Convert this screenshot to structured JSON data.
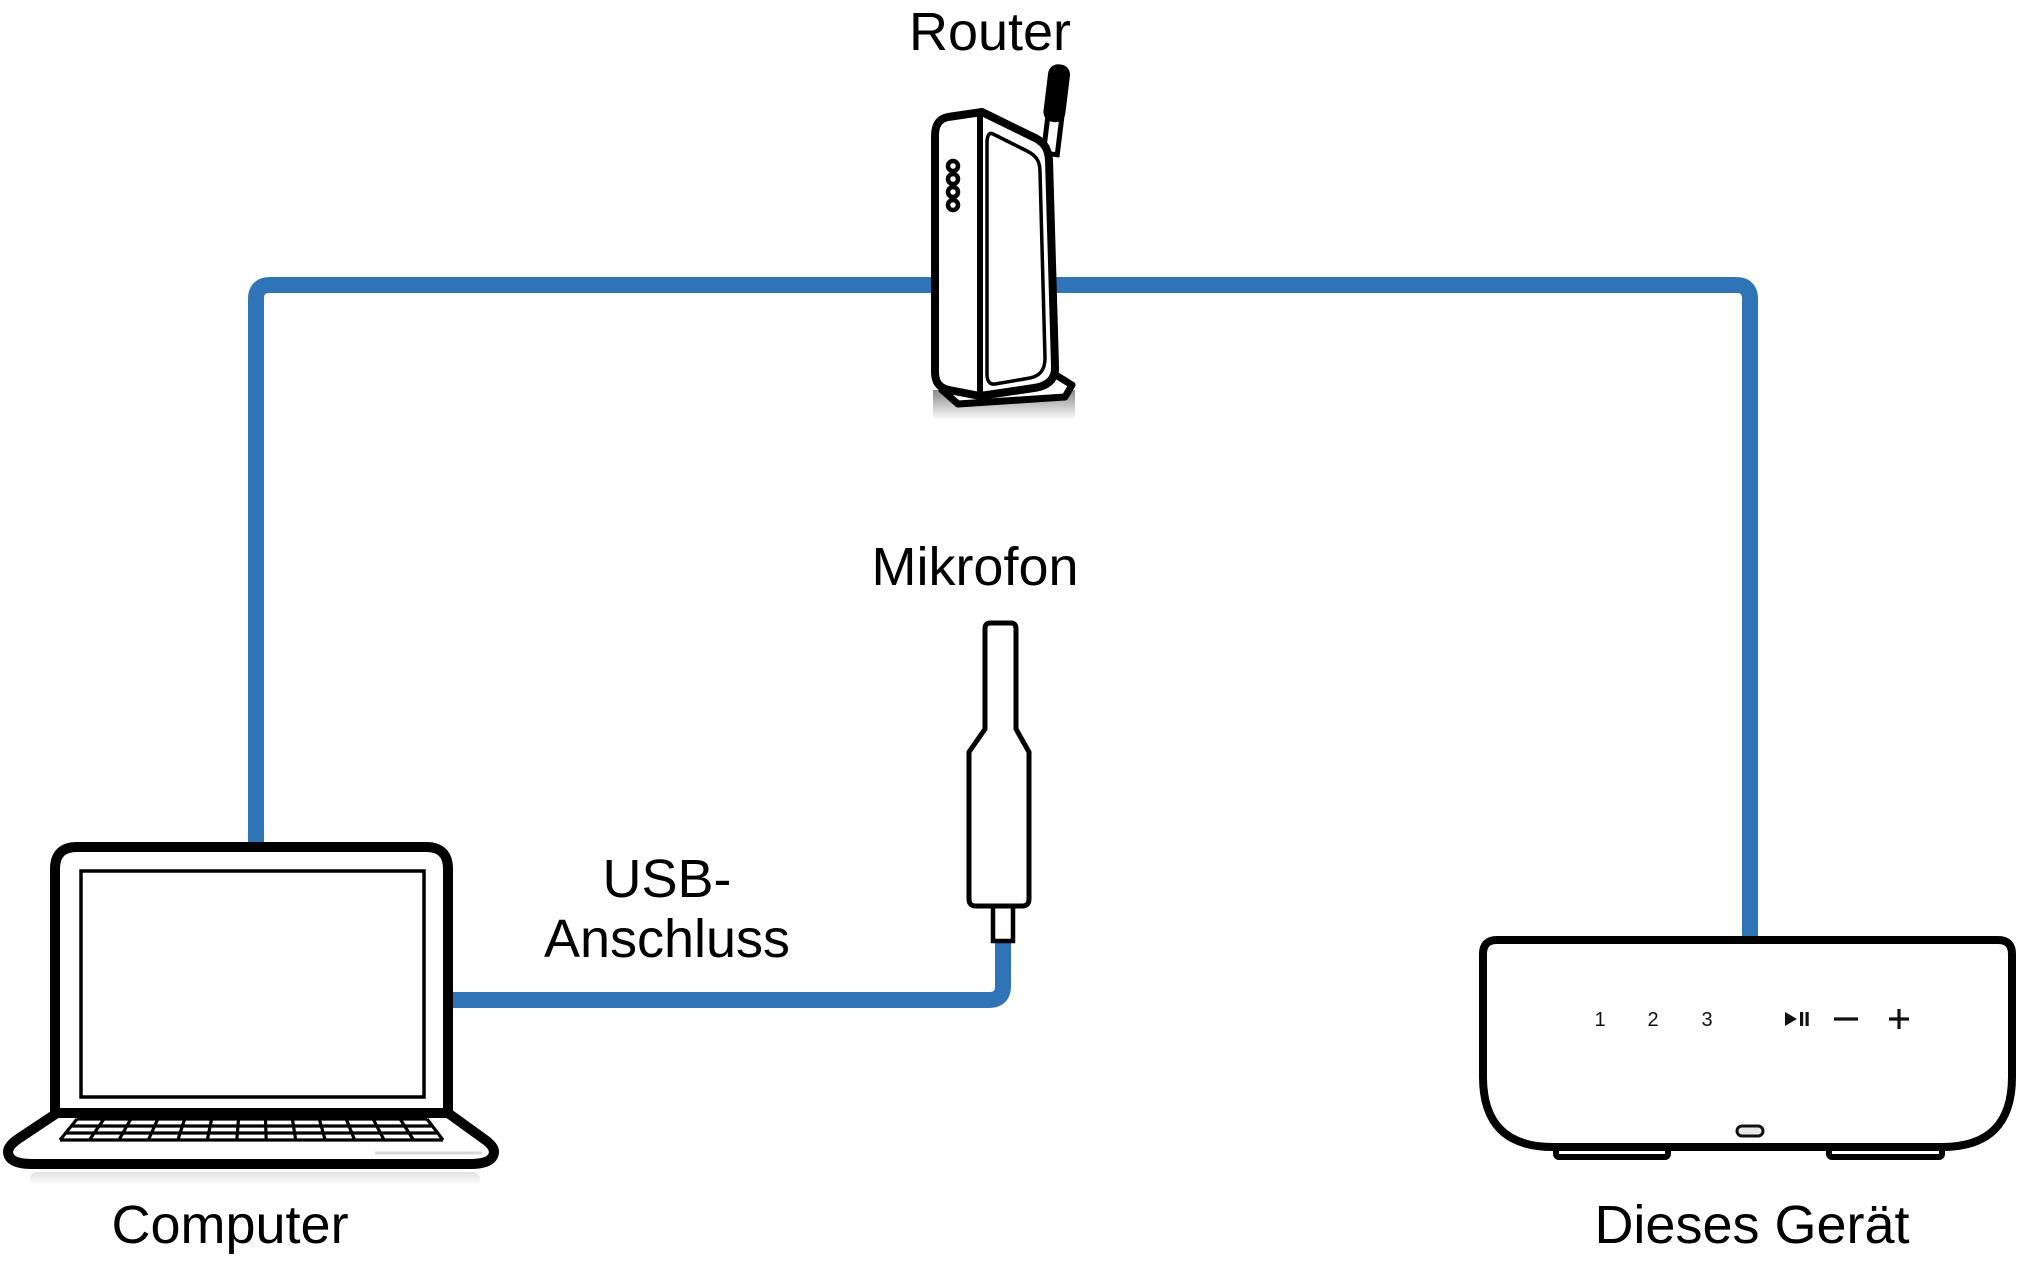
{
  "diagram": {
    "colors": {
      "cable": "#2e74b7",
      "outline": "#000000",
      "background": "#ffffff"
    },
    "labels": {
      "router": "Router",
      "microphone": "Mikrofon",
      "usb_connection_line1": "USB-",
      "usb_connection_line2": "Anschluss",
      "computer": "Computer",
      "this_device": "Dieses Gerät"
    },
    "device_panel": {
      "preset_1": "1",
      "preset_2": "2",
      "preset_3": "3",
      "play_pause_icon": "play-pause",
      "volume_down_icon": "minus",
      "volume_up_icon": "plus",
      "status_light": "status-indicator"
    },
    "connections": [
      {
        "from": "Computer",
        "to": "Router",
        "type": "network-cable"
      },
      {
        "from": "Router",
        "to": "Dieses Gerät",
        "type": "network-cable"
      },
      {
        "from": "Computer",
        "to": "Mikrofon",
        "type": "usb-cable"
      }
    ]
  }
}
